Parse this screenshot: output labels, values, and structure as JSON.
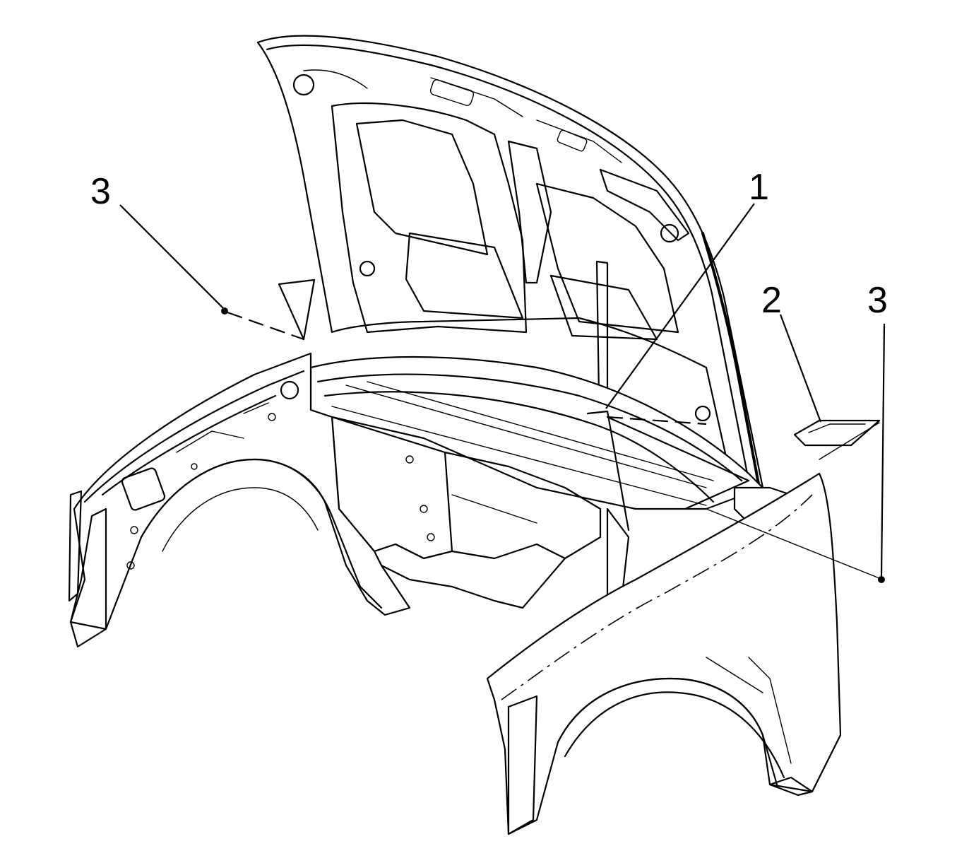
{
  "callouts": [
    {
      "id": "callout-3-left",
      "label": "3"
    },
    {
      "id": "callout-1",
      "label": "1"
    },
    {
      "id": "callout-2",
      "label": "2"
    },
    {
      "id": "callout-3-right",
      "label": "3"
    }
  ]
}
